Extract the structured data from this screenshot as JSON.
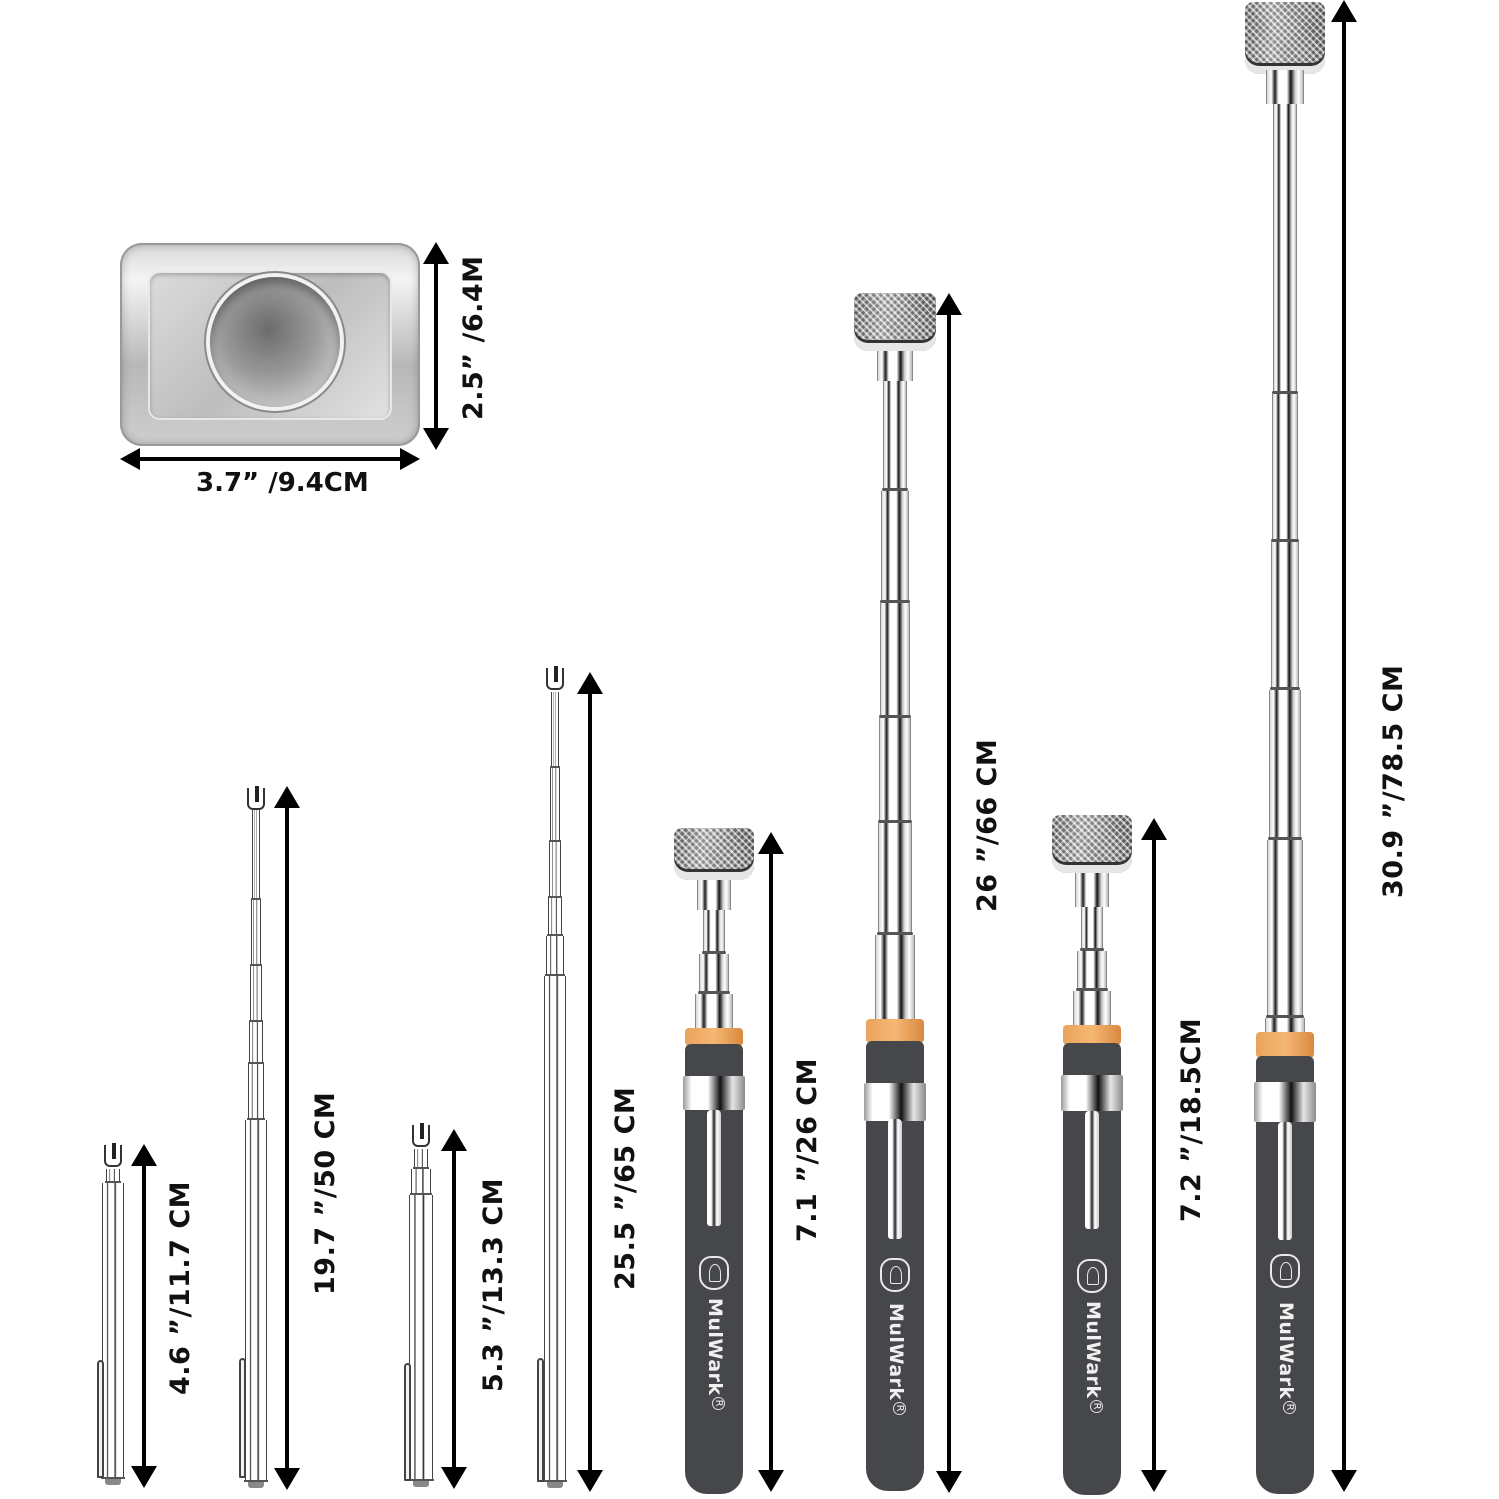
{
  "tray": {
    "width_label": "3.7”  /9.4CM",
    "height_label": "2.5”  /6.4M"
  },
  "pen_tools": [
    {
      "id": "pen-small-1",
      "label": "4.6  ”/11.7 CM",
      "state": "collapsed"
    },
    {
      "id": "pen-small-1-extended",
      "label": "19.7  ”/50 CM",
      "state": "extended"
    },
    {
      "id": "pen-small-2",
      "label": "5.3  ”/13.3 CM",
      "state": "collapsed"
    },
    {
      "id": "pen-small-2-extended",
      "label": "25.5  ”/65 CM",
      "state": "extended"
    }
  ],
  "magnet_tools": [
    {
      "id": "mulwark-1",
      "label": "7.1  ”/26 CM",
      "state": "collapsed",
      "brand": "MulWark"
    },
    {
      "id": "mulwark-1-extended",
      "label": "26  ”/66 CM",
      "state": "extended",
      "brand": "MulWark"
    },
    {
      "id": "mulwark-2",
      "label": "7.2  ”/18.5CM",
      "state": "collapsed",
      "brand": "MulWark"
    },
    {
      "id": "mulwark-2-extended",
      "label": "30.9  ”/78.5 CM",
      "state": "extended",
      "brand": "MulWark"
    }
  ],
  "brand": {
    "name": "MulWark",
    "registered_mark": "R"
  },
  "colors": {
    "handle": "#46474a",
    "collar_orange": "#f0a75e",
    "arrow": "#000000",
    "background": "#ffffff"
  }
}
